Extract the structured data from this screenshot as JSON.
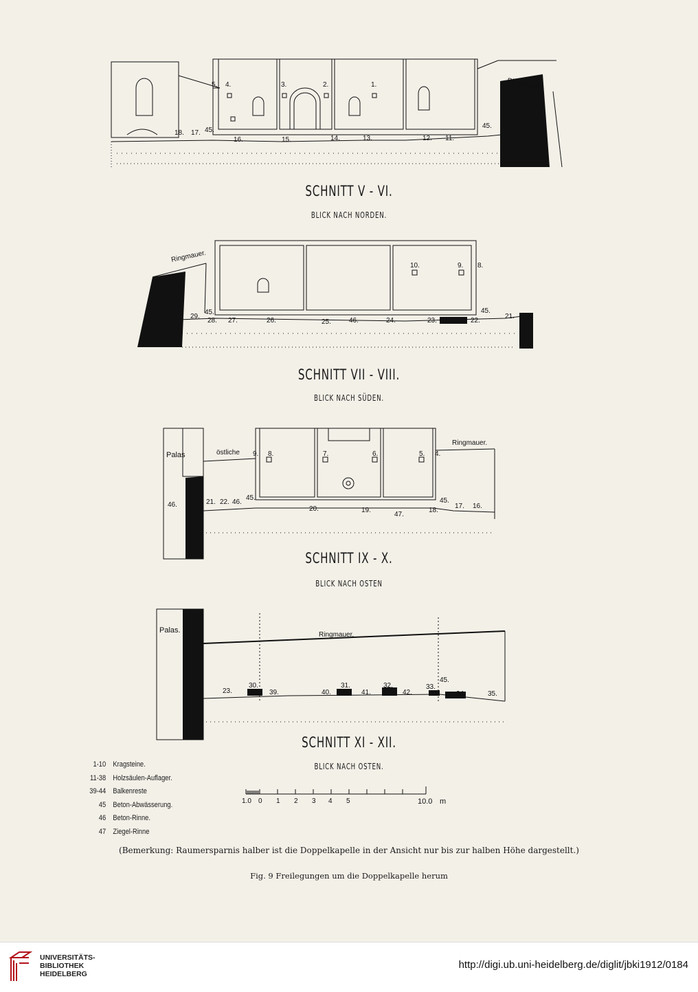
{
  "sections": [
    {
      "title": "SCHNITT   V - VI.",
      "subtitle": "BLICK  NACH  NORDEN."
    },
    {
      "title": "SCHNITT     VII - VIII.",
      "subtitle": "BLICK  NACH  SÜDEN."
    },
    {
      "title": "SCHNITT    IX - X.",
      "subtitle": "BLICK  NACH  OSTEN"
    },
    {
      "title": "SCHNITT   XI - XII.",
      "subtitle": "BLICK  NACH   OSTEN."
    }
  ],
  "drawing_labels": {
    "ringmauer": "Ringmauer.",
    "ringmauer2": "Ringmauer.",
    "palas": "Palas",
    "palas2": "Palas.",
    "ostliche": "östliche"
  },
  "legend": [
    {
      "key": "1-10",
      "text": "Kragsteine."
    },
    {
      "key": "11-38",
      "text": "Holzsäulen-Auflager."
    },
    {
      "key": "39-44",
      "text": "Balkenreste"
    },
    {
      "key": "45",
      "text": "Beton-Abwässerung."
    },
    {
      "key": "46",
      "text": "Beton-Rinne."
    },
    {
      "key": "47",
      "text": "Ziegel-Rinne"
    }
  ],
  "scale": {
    "ticks": [
      "1.0",
      "0",
      "1",
      "2",
      "3",
      "4",
      "5"
    ],
    "end": "10.0",
    "unit": "m"
  },
  "remark": "(Bemerkung: Raumersparnis halber ist die Doppelkapelle in der Ansicht nur bis zur halben Höhe dargestellt.)",
  "figure_caption": "Fig. 9    Freilegungen um die Doppelkapelle herum",
  "footer": {
    "library_line1": "UNIVERSITÄTS-",
    "library_line2": "BIBLIOTHEK",
    "library_line3": "HEIDELBERG",
    "url": "http://digi.ub.uni-heidelberg.de/diglit/jbki1912/0184"
  }
}
